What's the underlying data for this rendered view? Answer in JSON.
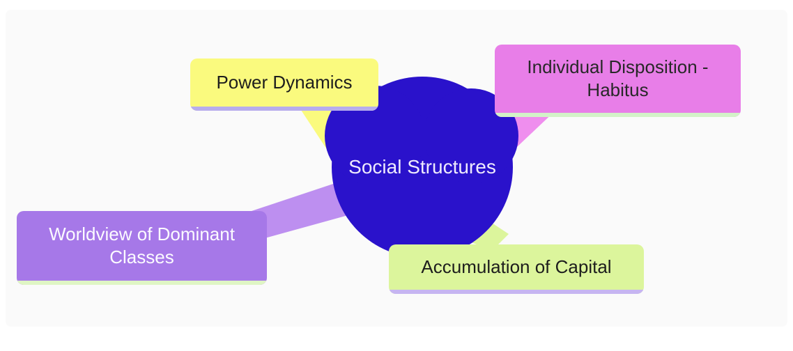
{
  "diagram": {
    "type": "mindmap",
    "background": "#fafafa",
    "root": {
      "label": "Social Structures",
      "shape": "circle",
      "fill": "#2a12cb",
      "text_color": "#eeeafd"
    },
    "nodes": [
      {
        "id": "power-dynamics",
        "label": "Power Dynamics",
        "fill": "#fafa7e",
        "underline_color": "#b7aded",
        "text_color": "#1d1d1d"
      },
      {
        "id": "individual-disposition",
        "label": "Individual Disposition - Habitus",
        "fill": "#e87ee8",
        "underline_color": "#d3f2c8",
        "text_color": "#282828"
      },
      {
        "id": "worldview-dominant",
        "label": "Worldview of Dominant Classes",
        "fill": "#a678e8",
        "underline_color": "#dff5c4",
        "text_color": "#fbfaff"
      },
      {
        "id": "accumulation-capital",
        "label": "Accumulation of Capital",
        "fill": "#dcf59c",
        "underline_color": "#c6b5f1",
        "text_color": "#1d1d1d"
      }
    ],
    "connectors": [
      {
        "from": "root",
        "to": "power-dynamics",
        "color": "#fafa7e"
      },
      {
        "from": "root",
        "to": "individual-disposition",
        "color": "#ef8eee"
      },
      {
        "from": "root",
        "to": "worldview-dominant",
        "color": "#bd8ff0"
      },
      {
        "from": "root",
        "to": "accumulation-capital",
        "color": "#dcf59c"
      }
    ]
  }
}
